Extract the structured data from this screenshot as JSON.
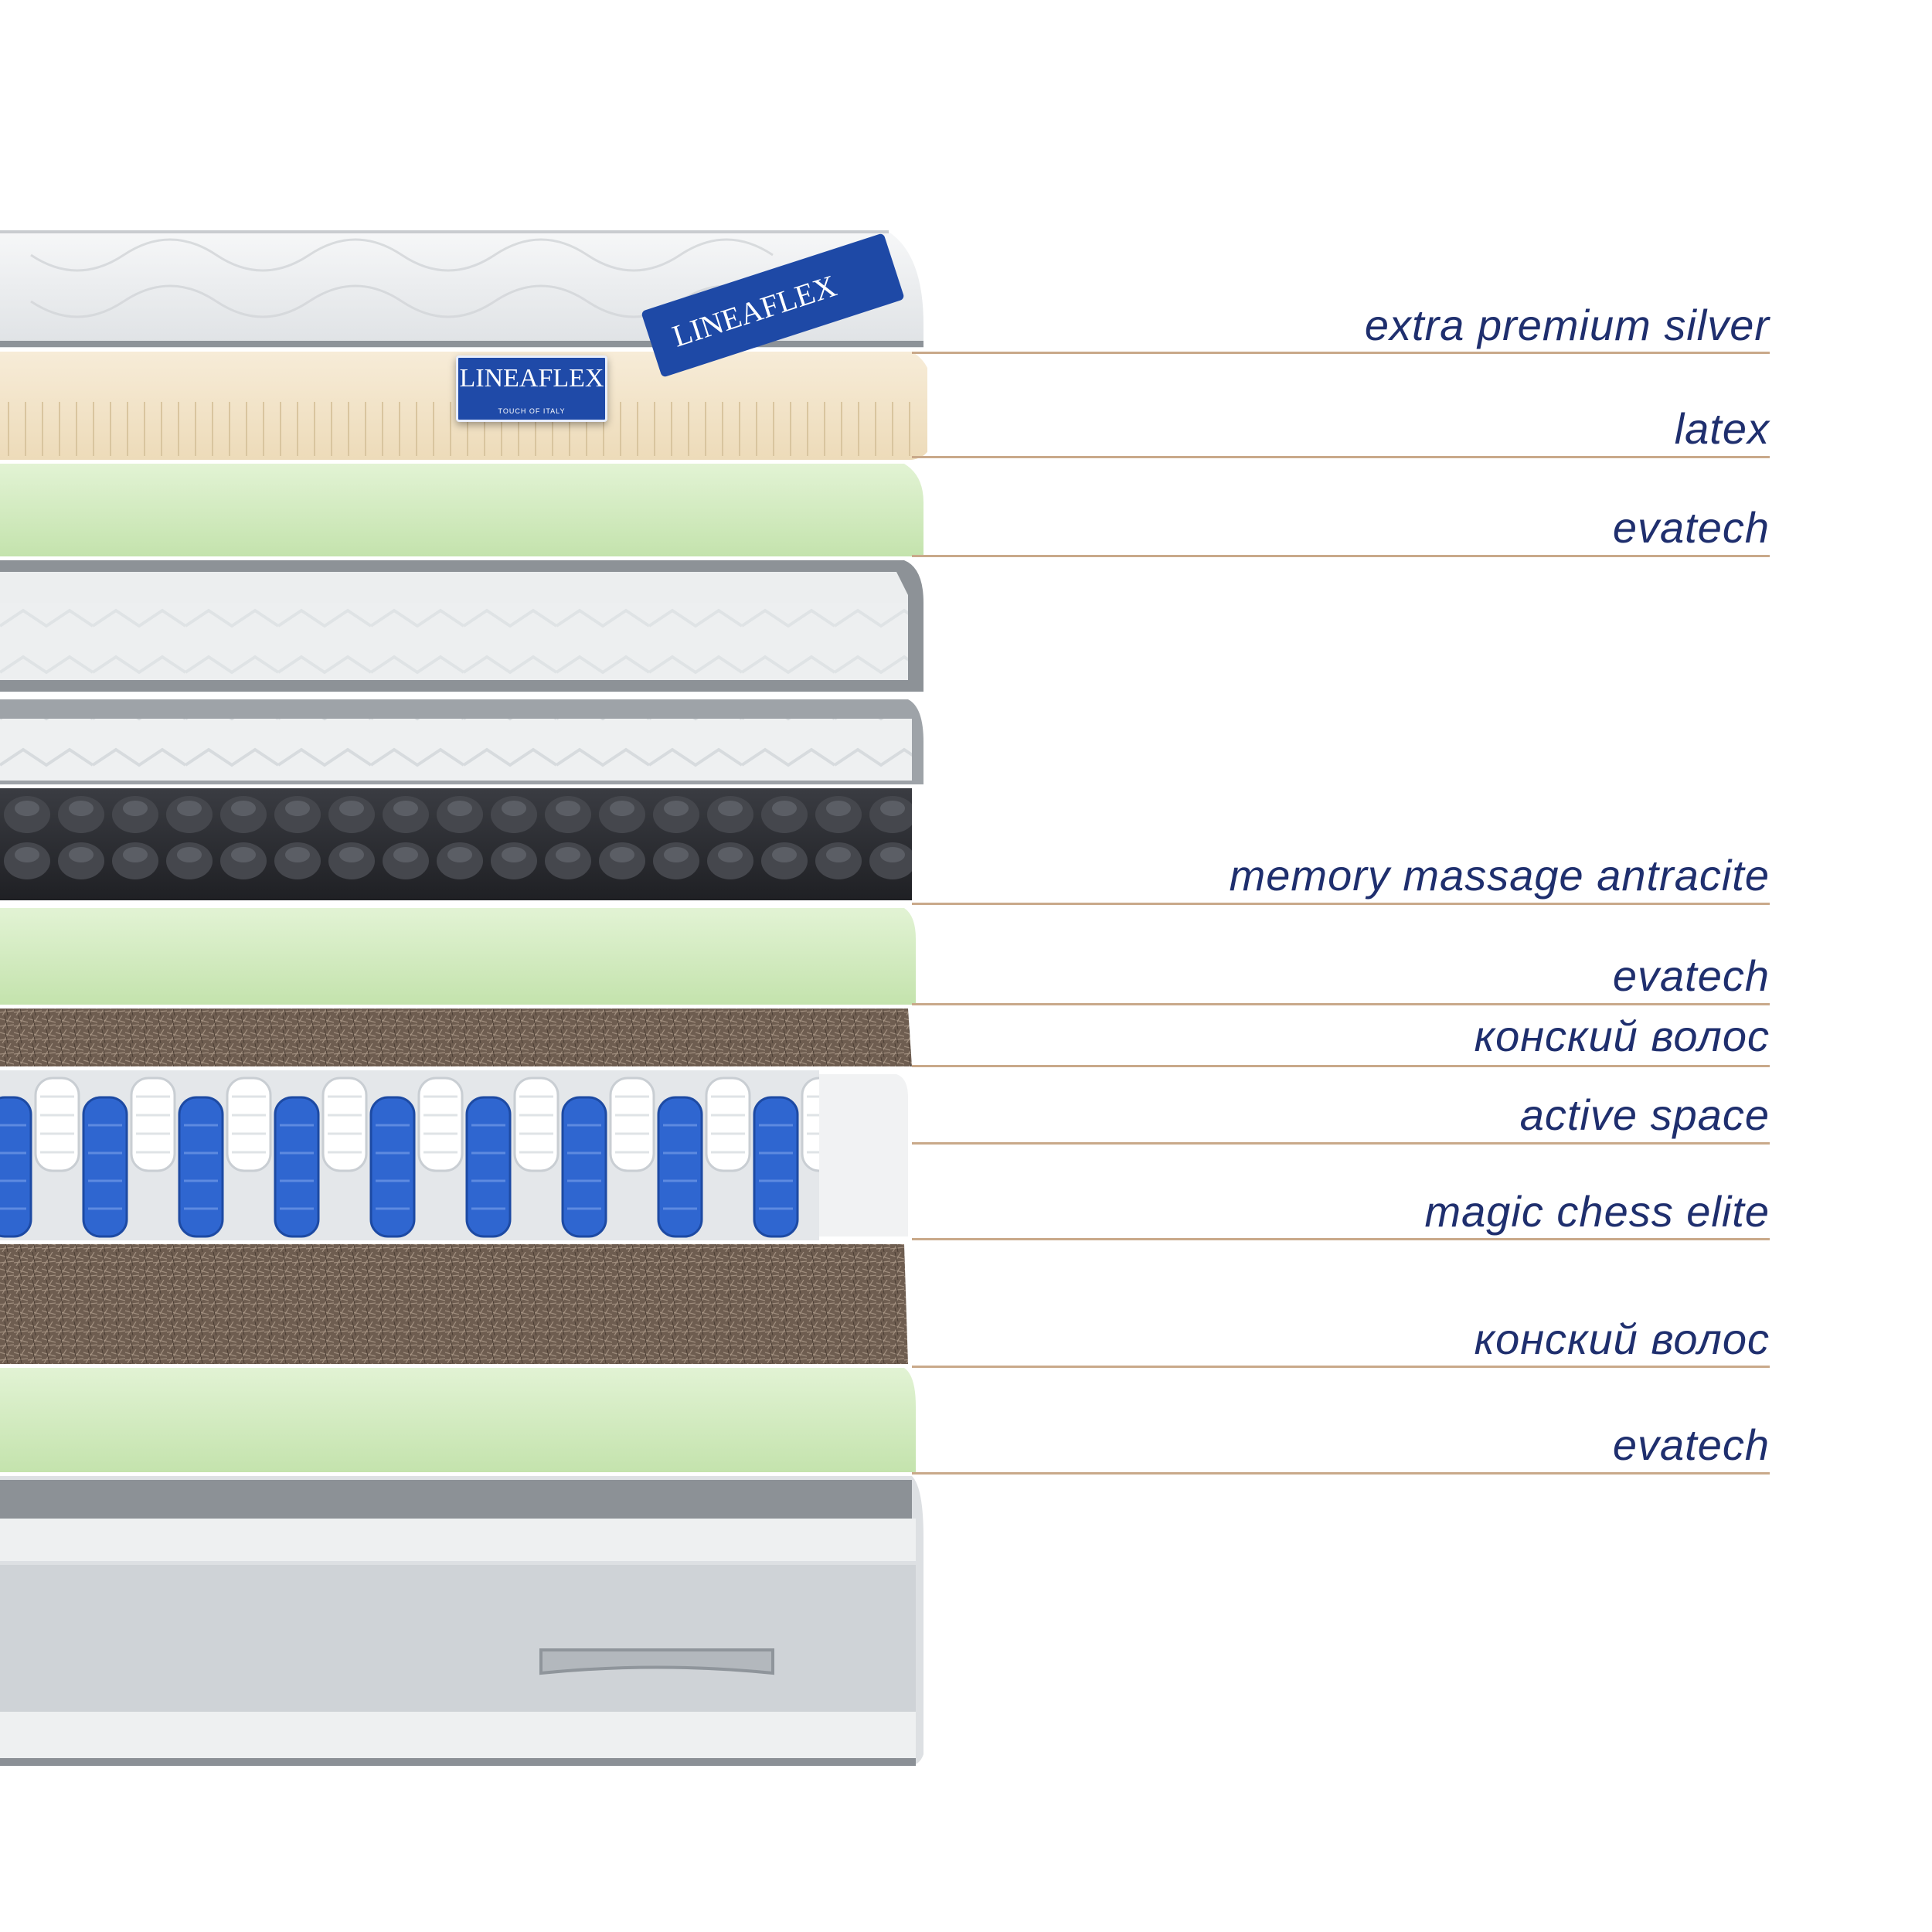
{
  "brand": {
    "logo_text": "LINEAFLEX",
    "tagline": "TOUCH OF ITALY"
  },
  "colors": {
    "label_text": "#1f2f6e",
    "callout_line": "#c9a98a",
    "evatech_foam": "#d3ecbf",
    "latex": "#f1e3c8",
    "horsehair": "#6b5a4d",
    "spring_blue": "#2f66d0",
    "memory_foam": "#2e3036",
    "cover": "#eceeef"
  },
  "labels": [
    {
      "id": "extra-premium-silver",
      "text": "extra premium silver"
    },
    {
      "id": "latex",
      "text": "latex"
    },
    {
      "id": "evatech-1",
      "text": "evatech"
    },
    {
      "id": "memory-massage-antracite",
      "text": "memory massage antracite"
    },
    {
      "id": "evatech-2",
      "text": "evatech"
    },
    {
      "id": "horsehair-1",
      "text": "конский волос"
    },
    {
      "id": "active-space",
      "text": "active space"
    },
    {
      "id": "magic-chess-elite",
      "text": "magic chess elite"
    },
    {
      "id": "horsehair-2",
      "text": "конский волос"
    },
    {
      "id": "evatech-3",
      "text": "evatech"
    }
  ]
}
